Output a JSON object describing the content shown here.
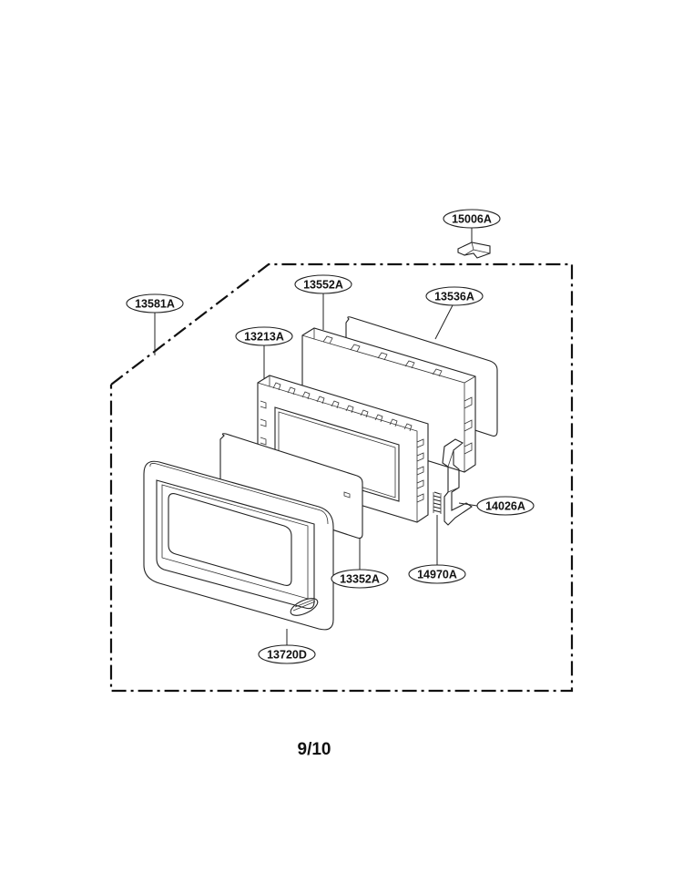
{
  "diagram": {
    "labels": [
      {
        "id": "15006A",
        "text": "15006A"
      },
      {
        "id": "13552A",
        "text": "13552A"
      },
      {
        "id": "13536A",
        "text": "13536A"
      },
      {
        "id": "13581A",
        "text": "13581A"
      },
      {
        "id": "13213A",
        "text": "13213A"
      },
      {
        "id": "14026A",
        "text": "14026A"
      },
      {
        "id": "13352A",
        "text": "13352A"
      },
      {
        "id": "14970A",
        "text": "14970A"
      },
      {
        "id": "13720D",
        "text": "13720D"
      }
    ]
  },
  "footer": {
    "page_number": "9/10"
  }
}
